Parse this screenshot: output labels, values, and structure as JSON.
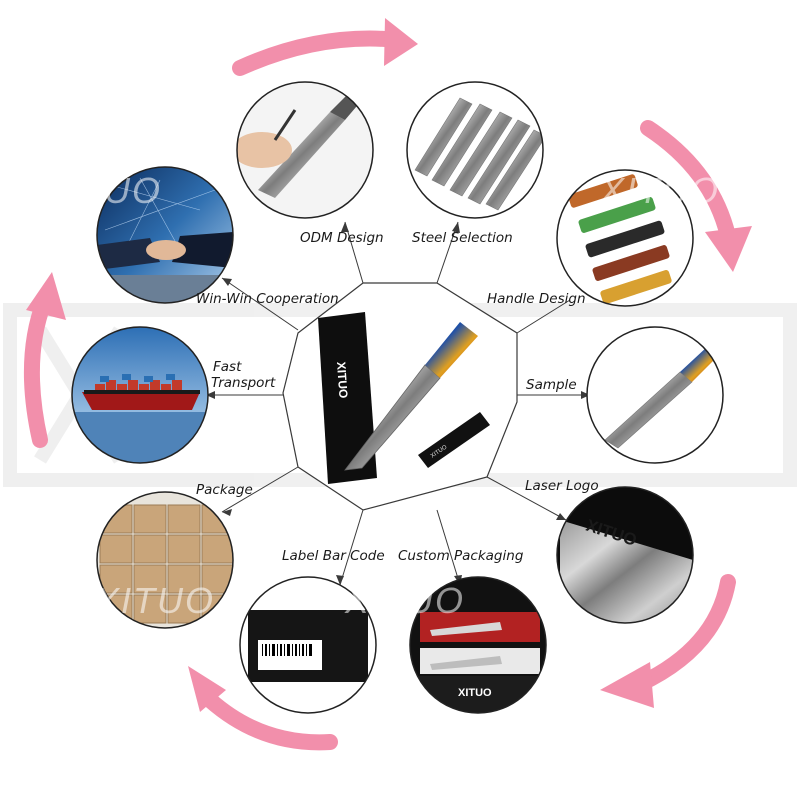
{
  "brand": "XITUO",
  "center": {
    "box_logo": "XITUO",
    "sheath_logo": "XITUO"
  },
  "stages": [
    {
      "id": "odm",
      "label": "ODM Design"
    },
    {
      "id": "steel",
      "label": "Steel Selection"
    },
    {
      "id": "handle",
      "label": "Handle Design"
    },
    {
      "id": "sample",
      "label": "Sample"
    },
    {
      "id": "laser",
      "label": "Laser Logo",
      "logo_text": "XITUO"
    },
    {
      "id": "custompack",
      "label": "Custom Packaging",
      "logo_text": "XITUO"
    },
    {
      "id": "barcode",
      "label": "Label Bar Code"
    },
    {
      "id": "package",
      "label": "Package"
    },
    {
      "id": "transport",
      "label_line1": "Fast",
      "label_line2": "Transport"
    },
    {
      "id": "winwin",
      "label": "Win-Win Cooperation"
    }
  ],
  "watermarks": [
    "XITUO",
    "XITUO",
    "XITUO",
    "XITUO"
  ],
  "colors": {
    "arrow": "#f28fab",
    "line": "#3a3a3a",
    "ring": "#222222"
  }
}
